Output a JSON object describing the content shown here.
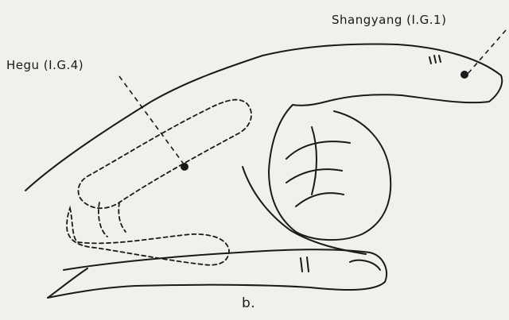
{
  "labels": {
    "hegu": "Hegu (I.G.4)",
    "shangyang": "Shangyang (I.G.1)",
    "figure": "b."
  },
  "colors": {
    "ink": "#1a1a1a",
    "paper": "#f2f2ee"
  }
}
